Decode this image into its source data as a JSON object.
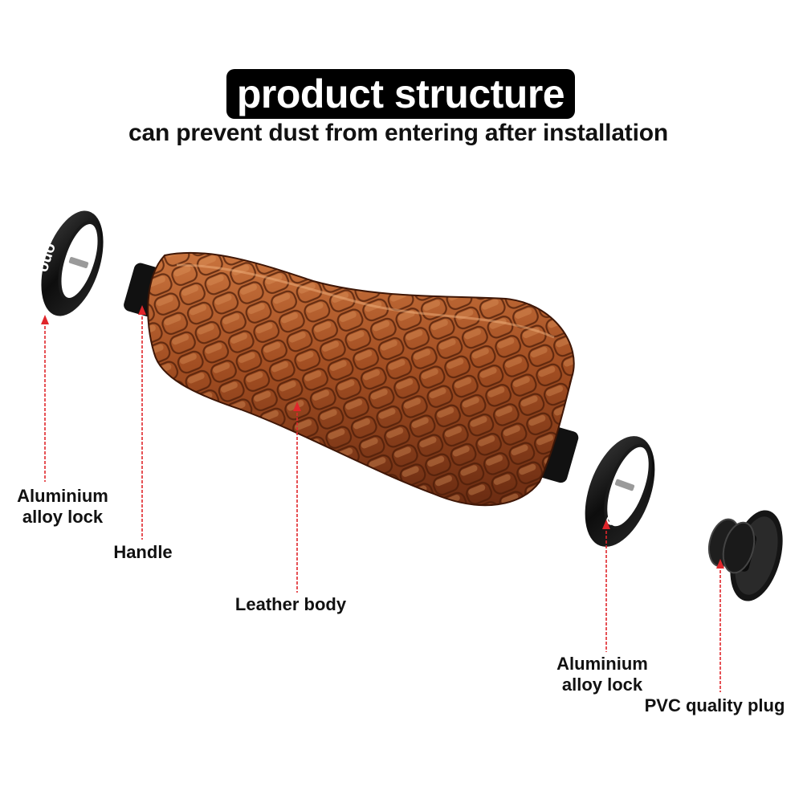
{
  "header": {
    "title": "product structure",
    "subtitle": "can prevent dust from entering after installation"
  },
  "parts": {
    "lock_left": {
      "line1": "Aluminium",
      "line2": "alloy lock"
    },
    "handle": "Handle",
    "leather_body": "Leather body",
    "lock_right": {
      "line1": "Aluminium",
      "line2": "alloy lock"
    },
    "plug": "PVC quality plug"
  },
  "brand_mark": "ouo",
  "colors": {
    "leather": "#a24e22",
    "leather_dark": "#5a2410",
    "metal_black": "#0d0d0d",
    "pointer_red": "#e0262b"
  }
}
